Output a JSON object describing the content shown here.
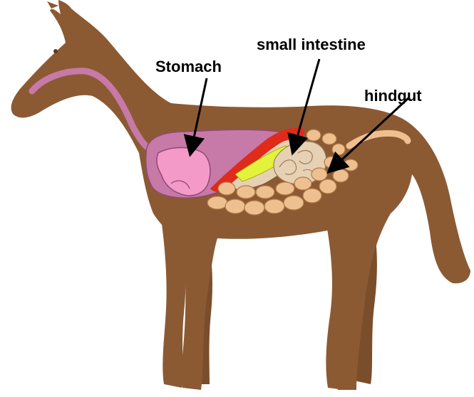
{
  "labels": {
    "stomach": "Stomach",
    "small_intestine": "small intestine",
    "hindgut": "hindgut"
  },
  "colors": {
    "horse_body": "#8B5A33",
    "horse_outline": "#6B4226",
    "esophagus": "#C779A7",
    "stomach_outer": "#C779A7",
    "stomach_inner": "#F49AC8",
    "liver": "#E02A1A",
    "pancreas_yellow": "#E3F23A",
    "intestine_beige": "#E7D1B4",
    "hindgut_tan": "#EFC08F",
    "hindgut_outline": "#B07A4A",
    "arrow": "#000000"
  },
  "icons": [
    "horse-silhouette",
    "digestive-tract"
  ]
}
